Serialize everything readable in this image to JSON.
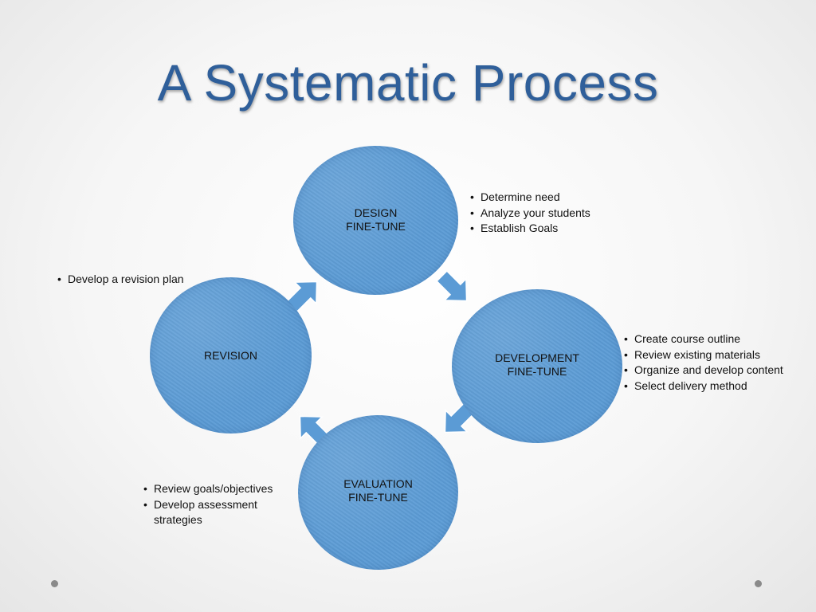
{
  "title": "A Systematic Process",
  "nodes": {
    "design": {
      "line1": "DESIGN",
      "line2": "FINE-TUNE"
    },
    "development": {
      "line1": "DEVELOPMENT",
      "line2": "FINE-TUNE"
    },
    "evaluation": {
      "line1": "EVALUATION",
      "line2": "FINE-TUNE"
    },
    "revision": {
      "line1": "REVISION"
    }
  },
  "bullets": {
    "design": [
      "Determine need",
      "Analyze your students",
      "Establish Goals"
    ],
    "development": [
      "Create course outline",
      "Review existing materials",
      "Organize and develop content",
      "Select delivery method"
    ],
    "evaluation": [
      "Review goals/objectives",
      "Develop assessment strategies"
    ],
    "revision": [
      "Develop a revision plan"
    ]
  },
  "colors": {
    "title": "#2f5f9a",
    "node_fill": "#5b9bd5",
    "arrow_fill": "#5b9bd5"
  }
}
